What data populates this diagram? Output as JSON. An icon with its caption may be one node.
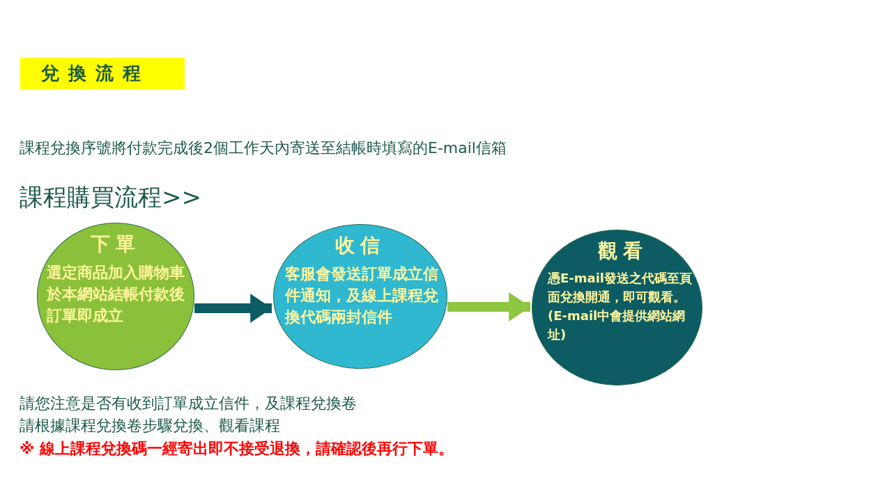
{
  "diagram": {
    "title": "兌換流程",
    "nodes": [
      {
        "text": [
          "下單",
          "選定商品加入購物車於本網站結帳付款後訂單即成立"
        ]
      },
      {
        "text": [
          "收信",
          "客服會發送訂單成立信件通知，及線上課程兌換代碼兩封信件"
        ]
      },
      {
        "text": [
          "觀看",
          "憑E-mail發送之代碼至頁面兌換開通，即可觀看。",
          "(E-mail中會提供網站網址)"
        ]
      }
    ],
    "edges": [
      {
        "from": 0,
        "to": 1,
        "arrow": "to",
        "color": "#0d5c63"
      },
      {
        "from": 1,
        "to": 2,
        "arrow": "to",
        "color": "#8dc63f"
      }
    ],
    "labels": [
      "課程兌換序號將付款完成後2個工作天內寄送至結帳時填寫的E-mail信箱",
      "課程購買流程>>",
      "請您注意是否有收到訂單成立信件，及課程兌換卷",
      "請根據課程兌換卷步驟兌換、觀看課程",
      "※ 線上課程兌換碼一經寄出即不接受退換，請確認後再行下單。"
    ]
  }
}
